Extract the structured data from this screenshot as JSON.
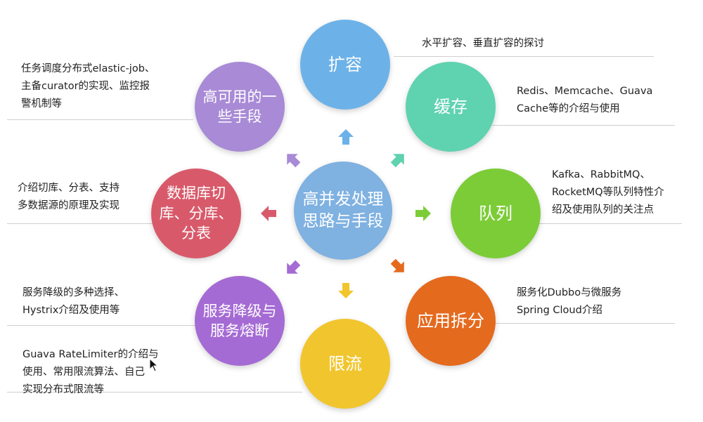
{
  "center": {
    "label": "高并发处理\n思路与手段",
    "color": "#7fb1e1"
  },
  "nodes": [
    {
      "id": "kuorong",
      "label": "扩容",
      "color": "#6cb2e8",
      "desc": "水平扩容、垂直扩容的探讨"
    },
    {
      "id": "huancun",
      "label": "缓存",
      "color": "#5fd2b0",
      "desc": "Redis、Memcache、Guava\nCache等的介绍与使用"
    },
    {
      "id": "duilie",
      "label": "队列",
      "color": "#7ccc38",
      "desc": "Kafka、RabbitMQ、\nRocketMQ等队列特性介\n绍及使用队列的关注点"
    },
    {
      "id": "yingyong",
      "label": "应用拆分",
      "color": "#e46a1e",
      "desc": "服务化Dubbo与微服务\nSpring Cloud介绍"
    },
    {
      "id": "xianliu",
      "label": "限流",
      "color": "#f1c52d",
      "desc": "Guava RateLimiter的介绍与\n使用、常用限流算法、自己\n实现分布式限流等"
    },
    {
      "id": "fuwu",
      "label": "服务降级与\n服务熔断",
      "color": "#a56bd4",
      "desc": "服务降级的多种选择、\nHystrix介绍及使用等"
    },
    {
      "id": "shujuku",
      "label": "数据库切\n库、分库、\n分表",
      "color": "#d85a6a",
      "desc": "介绍切库、分表、支持\n多数据源的原理及实现"
    },
    {
      "id": "gaokeyong",
      "label": "高可用的一\n些手段",
      "color": "#a88ad6",
      "desc": "任务调度分布式elastic-job、\n主备curator的实现、监控报\n警机制等"
    }
  ]
}
